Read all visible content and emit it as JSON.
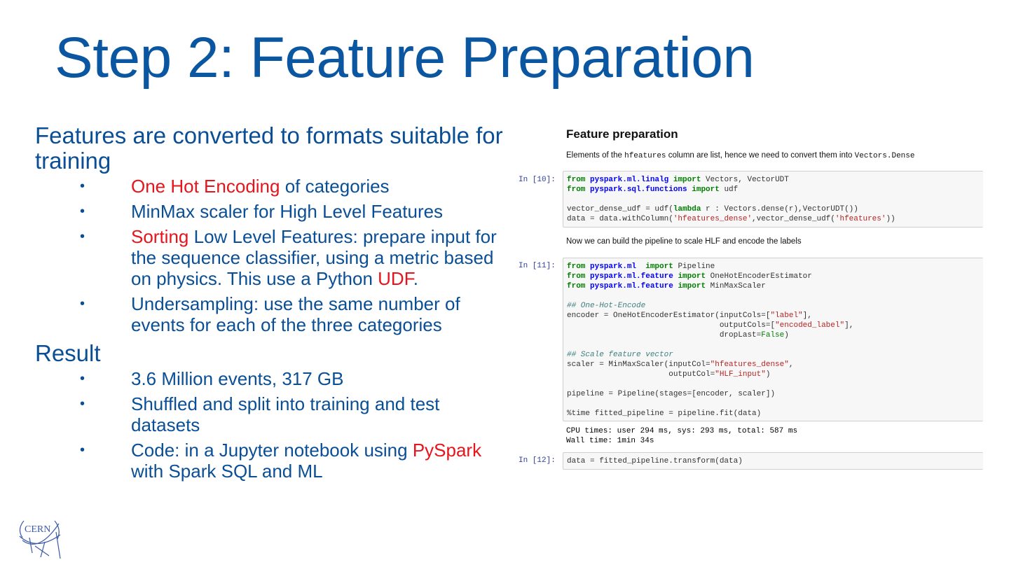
{
  "slide": {
    "title": "Step 2: Feature Preparation",
    "colors": {
      "primary_blue": "#0a56a1",
      "highlight_red": "#e8141c"
    },
    "left": {
      "heading1": "Features are converted to formats suitable for training",
      "bullets1": [
        {
          "hl": "One Hot Encoding",
          "text": " of categories"
        },
        {
          "hl": "",
          "text": "MinMax scaler for High Level Features"
        },
        {
          "hl": "Sorting",
          "text": " Low Level Features: prepare input for the sequence classifier, using a metric based on physics. This use a Python ",
          "hl2": "UDF",
          "tail": "."
        },
        {
          "hl": "",
          "text": "Undersampling: use the same number of events for each of the three categories"
        }
      ],
      "heading2": "Result",
      "bullets2": [
        {
          "hl": "",
          "text": "3.6 Million events, 317 GB"
        },
        {
          "hl": "",
          "text": "Shuffled and split into training and test datasets"
        },
        {
          "pre": "Code: in a Jupyter notebook using ",
          "hl": "PySpark",
          "text": " with Spark SQL and ML"
        }
      ],
      "bullet_glyph": "•"
    },
    "notebook": {
      "heading": "Feature preparation",
      "para1_a": "Elements of the ",
      "para1_code1": "hfeatures",
      "para1_b": " column are list, hence we need to convert them into ",
      "para1_code2": "Vectors.Dense",
      "cell10_prompt": "In [10]:",
      "para2": "Now we can build the pipeline to scale HLF and encode the labels",
      "cell11_prompt": "In [11]:",
      "output11_line1": "CPU times: user 294 ms, sys: 293 ms, total: 587 ms",
      "output11_line2": "Wall time: 1min 34s",
      "cell12_prompt": "In [12]:",
      "cell12_code": "data = fitted_pipeline.transform(data)"
    },
    "logo": {
      "text": "CERN",
      "icon": "cern-logo"
    }
  }
}
